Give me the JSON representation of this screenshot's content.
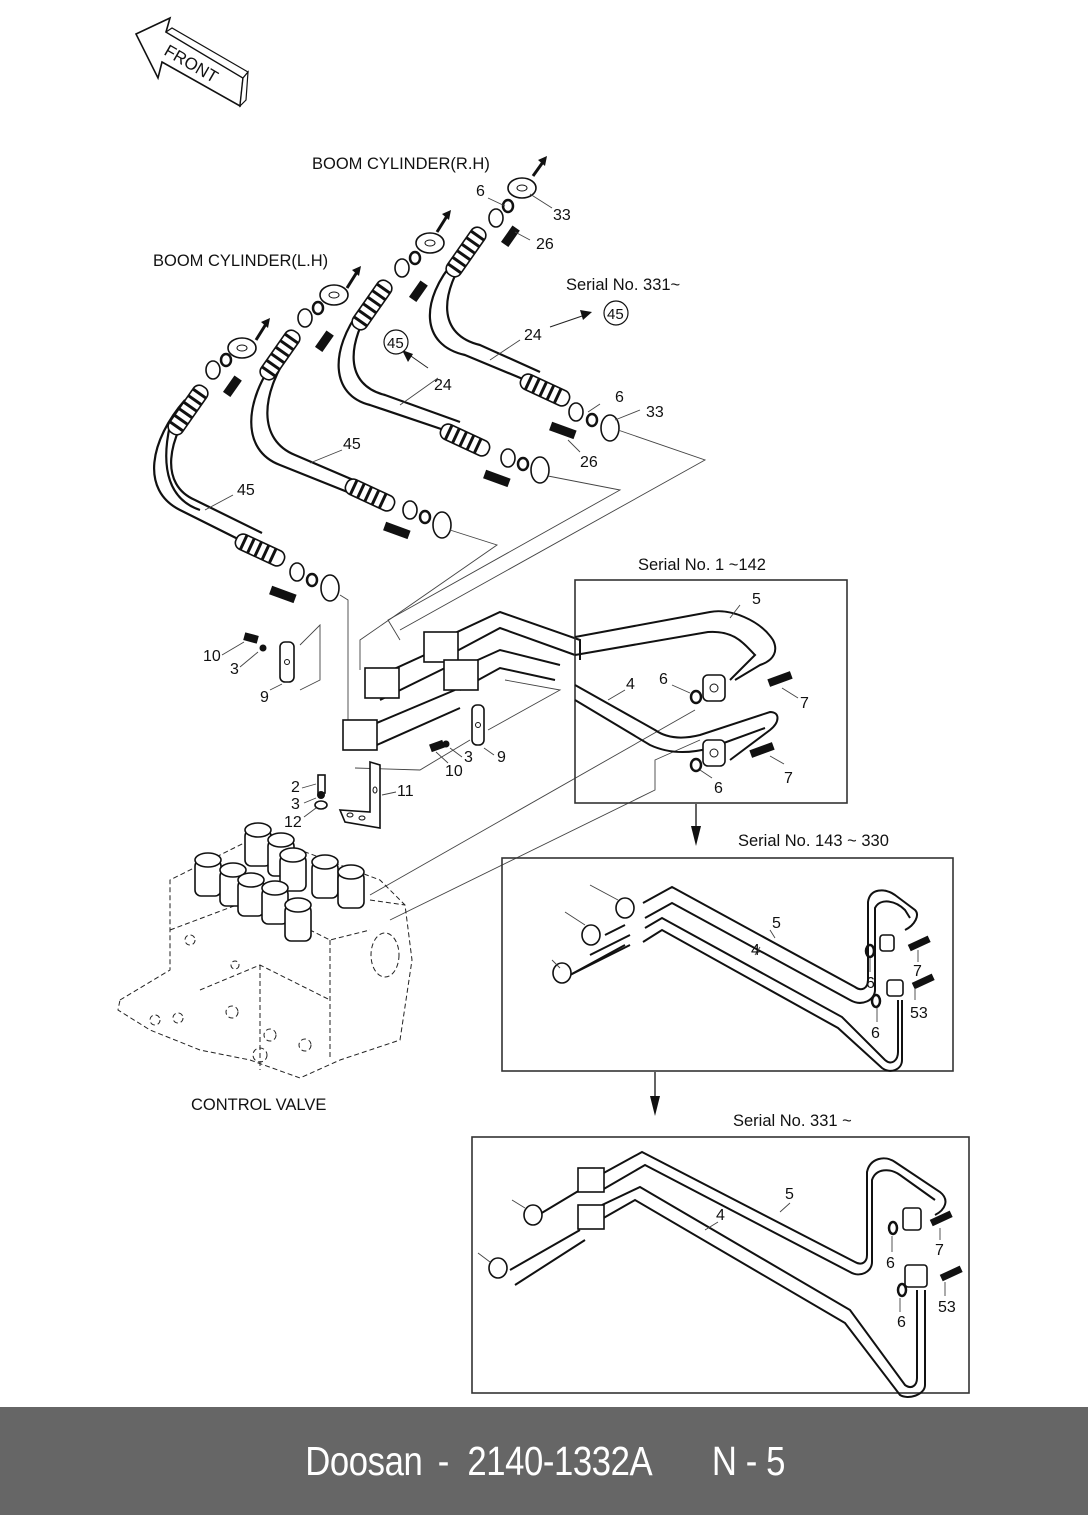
{
  "front_arrow": {
    "label": "FRONT"
  },
  "captions": {
    "boom_rh": "BOOM CYLINDER(R.H)",
    "boom_lh": "BOOM CYLINDER(L.H)",
    "serial_331_top": "Serial No. 331~",
    "serial_1_142": "Serial No. 1 ~142",
    "serial_143_330": "Serial No. 143 ~ 330",
    "serial_331_bottom": "Serial No. 331 ~",
    "control_valve": "CONTROL VALVE"
  },
  "callouts": {
    "hose_top": [
      "6",
      "33",
      "26"
    ],
    "hose_24_upper": "24",
    "hose_24_lower": "24",
    "ref_45_circle_a": "45",
    "ref_45_circle_b": "45",
    "flange_mid": [
      "6",
      "33",
      "26"
    ],
    "hose_45_a": "45",
    "hose_45_b": "45",
    "clamp_left": [
      "10",
      "3",
      "9"
    ],
    "clamp_right": [
      "3",
      "10",
      "9"
    ],
    "bracket": [
      "2",
      "3",
      "12",
      "11"
    ],
    "box1": [
      "5",
      "6",
      "4",
      "7",
      "7",
      "6"
    ],
    "box2": [
      "5",
      "4",
      "7",
      "6",
      "53",
      "6"
    ],
    "box3": [
      "5",
      "4",
      "7",
      "6",
      "53",
      "6"
    ]
  },
  "footer": {
    "brand": "Doosan",
    "separator": "-",
    "part_number": "2140-1332A",
    "page_ref": "N - 5"
  }
}
